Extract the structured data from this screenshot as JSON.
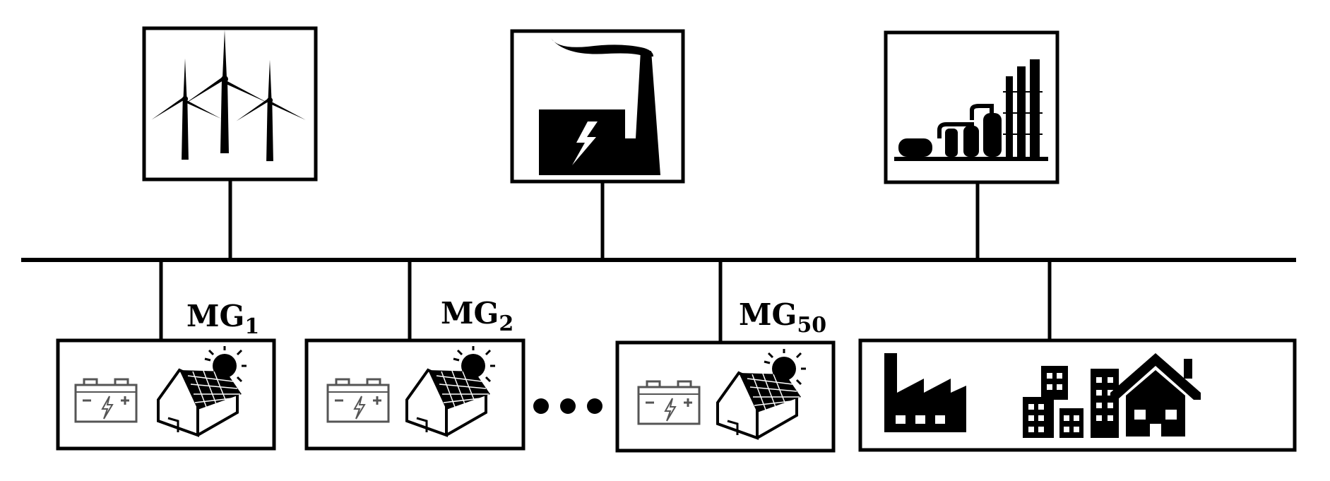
{
  "microgrids": [
    {
      "main": "MG",
      "sub": "1"
    },
    {
      "main": "MG",
      "sub": "2"
    },
    {
      "main": "MG",
      "sub": "50"
    }
  ],
  "icons": {
    "wind": "wind-turbines-icon",
    "plant": "power-plant-icon",
    "refinery": "refinery-icon",
    "battery": "battery-icon",
    "solar_house": "solar-house-icon",
    "factory": "factory-icon",
    "buildings": "office-buildings-icon",
    "home": "house-icon",
    "ellipsis": "ellipsis-dots"
  },
  "colors": {
    "ink": "#000000",
    "paper": "#ffffff",
    "battery": "#555555"
  }
}
